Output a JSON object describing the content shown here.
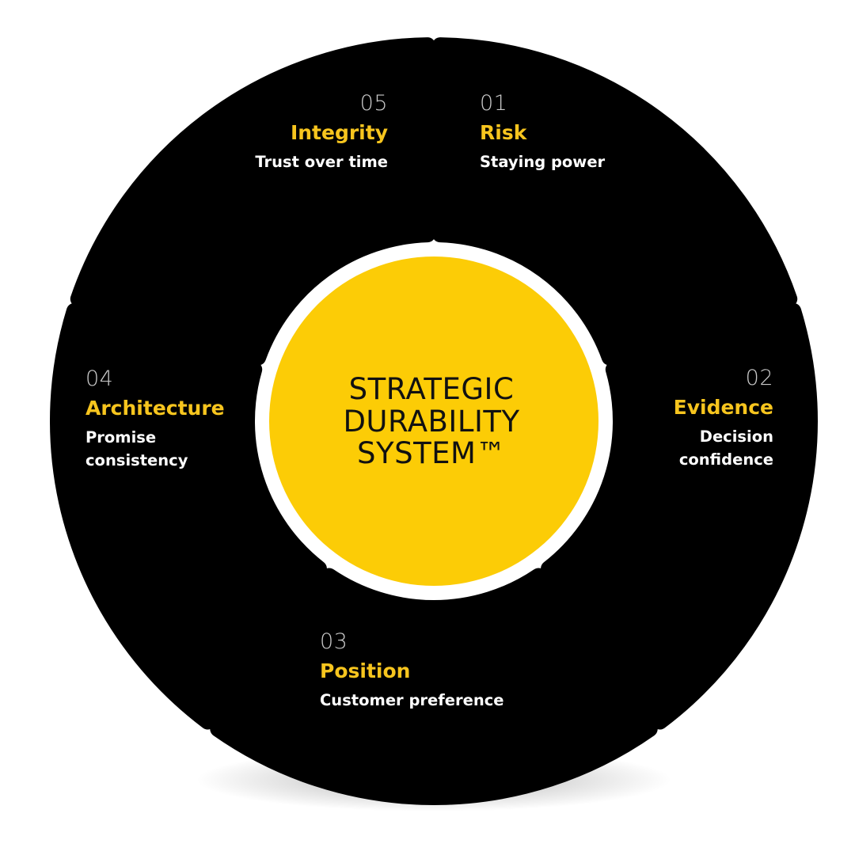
{
  "colors": {
    "segment": "#000000",
    "accent": "#f7c51e",
    "center": "#fccc06",
    "text": "#ffffff",
    "number": "#c8c8c8"
  },
  "center": {
    "line1": "STRATEGIC",
    "line2": "DURABILITY",
    "line3": "SYSTEM™"
  },
  "segments": [
    {
      "number": "01",
      "title": "Risk",
      "subtitle": "Staying power"
    },
    {
      "number": "02",
      "title": "Evidence",
      "subtitle_line1": "Decision",
      "subtitle_line2": "confidence"
    },
    {
      "number": "03",
      "title": "Position",
      "subtitle": "Customer preference"
    },
    {
      "number": "04",
      "title": "Architecture",
      "subtitle_line1": "Promise",
      "subtitle_line2": "consistency"
    },
    {
      "number": "05",
      "title": "Integrity",
      "subtitle": "Trust over time"
    }
  ]
}
